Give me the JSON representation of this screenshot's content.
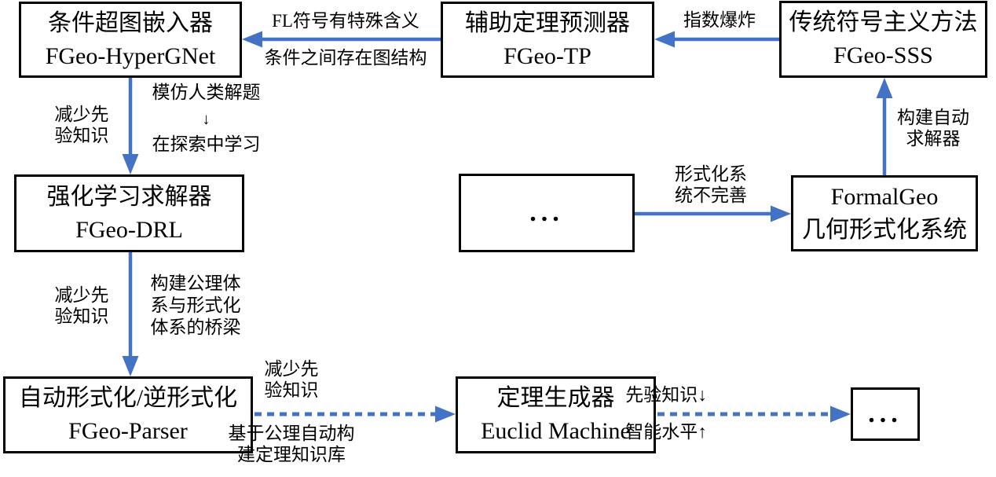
{
  "boxes": {
    "hypergnet": {
      "line1": "条件超图嵌入器",
      "line2": "FGeo-HyperGNet"
    },
    "tp": {
      "line1": "辅助定理预测器",
      "line2": "FGeo-TP"
    },
    "sss": {
      "line1": "传统符号主义方法",
      "line2": "FGeo-SSS"
    },
    "drl": {
      "line1": "强化学习求解器",
      "line2": "FGeo-DRL"
    },
    "ellipsis_mid": {
      "line1": "..."
    },
    "formalgeo": {
      "line1": "FormalGeo",
      "line2": "几何形式化系统"
    },
    "parser": {
      "line1": "自动形式化/逆形式化",
      "line2": "FGeo-Parser"
    },
    "euclid": {
      "line1": "定理生成器",
      "line2": "Euclid Machine"
    },
    "ellipsis_end": {
      "line1": "..."
    }
  },
  "edge_labels": {
    "fl_symbols": "FL符号有特殊含义",
    "graph_structure": "条件之间存在图结构",
    "exponential_explosion": "指数爆炸",
    "reduce_prior_top": "减少先\n验知识",
    "imitate_human": "模仿人类解题",
    "small_down_arrow": "↓",
    "learn_in_exploration": "在探索中学习",
    "reduce_prior_mid": "减少先\n验知识",
    "axiom_bridge": "构建公理体\n系与形式化\n体系的桥梁",
    "formal_system_imperfect": "形式化系\n统不完善",
    "build_auto_solver": "构建自动\n求解器",
    "reduce_prior_bottom": "减少先\n验知识",
    "axiom_theorem_kb": "基于公理自动构\n建定理知识库",
    "prior_knowledge_down": "先验知识↓",
    "intelligence_up": "智能水平↑"
  },
  "colors": {
    "arrow_blue": "#4472C4",
    "box_border": "#000000",
    "text": "#000000",
    "background": "#FFFFFF"
  }
}
